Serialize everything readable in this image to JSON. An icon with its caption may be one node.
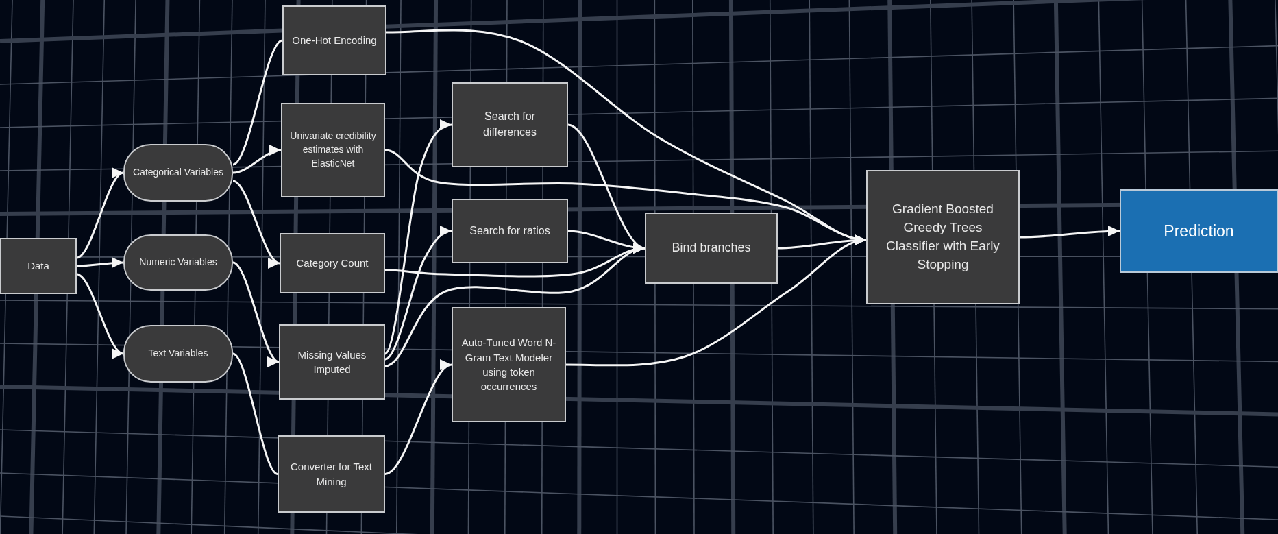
{
  "diagram": {
    "nodes": [
      {
        "text": [
          "Data"
        ]
      },
      {
        "text": [
          "Categorical Variables"
        ]
      },
      {
        "text": [
          "Numeric Variables"
        ]
      },
      {
        "text": [
          "Text Variables"
        ]
      },
      {
        "text": [
          "One-Hot Encoding"
        ]
      },
      {
        "text": [
          "Univariate credibility estimates with ElasticNet"
        ]
      },
      {
        "text": [
          "Category Count"
        ]
      },
      {
        "text": [
          "Missing Values Imputed"
        ]
      },
      {
        "text": [
          "Converter for Text Mining"
        ]
      },
      {
        "text": [
          "Search for differences"
        ]
      },
      {
        "text": [
          "Search for ratios"
        ]
      },
      {
        "text": [
          "Auto-Tuned Word N-Gram Text Modeler using token occurrences"
        ]
      },
      {
        "text": [
          "Bind branches"
        ]
      },
      {
        "text": [
          "Gradient Boosted Greedy Trees Classifier with Early Stopping"
        ]
      },
      {
        "text": [
          "Prediction"
        ]
      }
    ],
    "edges": [
      {
        "from": 0,
        "to": 1,
        "arrow": "to"
      },
      {
        "from": 0,
        "to": 2,
        "arrow": "to"
      },
      {
        "from": 0,
        "to": 3,
        "arrow": "to"
      },
      {
        "from": 1,
        "to": 4,
        "arrow": "none"
      },
      {
        "from": 1,
        "to": 5,
        "arrow": "to"
      },
      {
        "from": 1,
        "to": 6,
        "arrow": "to"
      },
      {
        "from": 2,
        "to": 7,
        "arrow": "to"
      },
      {
        "from": 3,
        "to": 8,
        "arrow": "none"
      },
      {
        "from": 7,
        "to": 9,
        "arrow": "to"
      },
      {
        "from": 7,
        "to": 10,
        "arrow": "to"
      },
      {
        "from": 8,
        "to": 11,
        "arrow": "to"
      },
      {
        "from": 7,
        "to": 12,
        "arrow": "to"
      },
      {
        "from": 6,
        "to": 12,
        "arrow": "to"
      },
      {
        "from": 9,
        "to": 12,
        "arrow": "to"
      },
      {
        "from": 10,
        "to": 12,
        "arrow": "to"
      },
      {
        "from": 12,
        "to": 13,
        "arrow": "to"
      },
      {
        "from": 4,
        "to": 13,
        "arrow": "to"
      },
      {
        "from": 5,
        "to": 13,
        "arrow": "to"
      },
      {
        "from": 11,
        "to": 13,
        "arrow": "to"
      },
      {
        "from": 13,
        "to": 14,
        "arrow": "to"
      }
    ]
  }
}
